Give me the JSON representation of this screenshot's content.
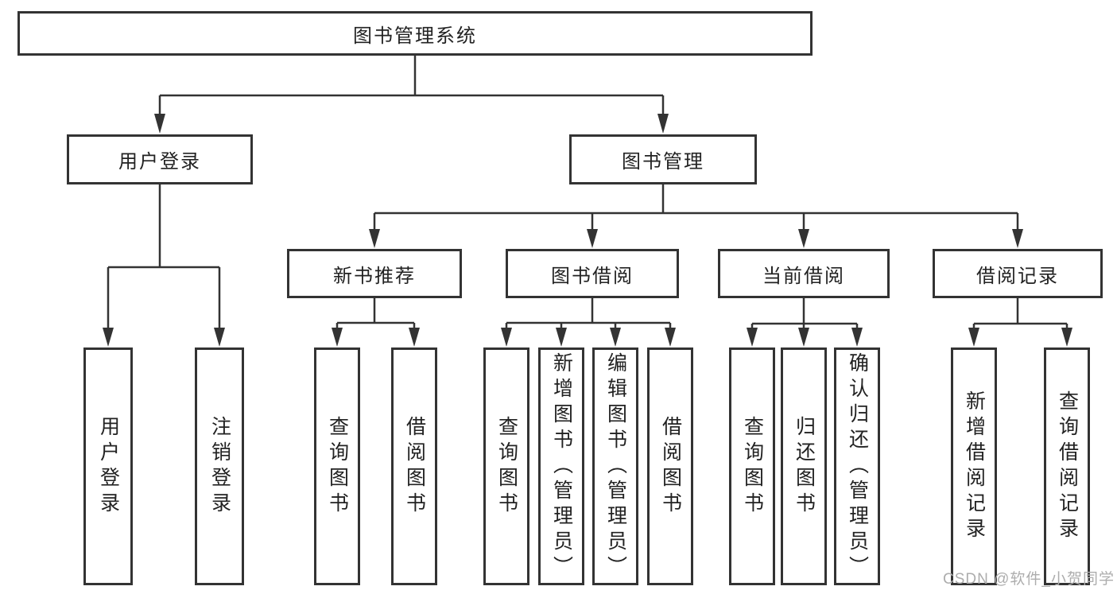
{
  "tree": {
    "root": "图书管理系统",
    "level2": [
      {
        "label": "用户登录"
      },
      {
        "label": "图书管理"
      }
    ],
    "level3": [
      {
        "label": "新书推荐"
      },
      {
        "label": "图书借阅"
      },
      {
        "label": "当前借阅"
      },
      {
        "label": "借阅记录"
      }
    ],
    "leaves": {
      "login": [
        "用户登录",
        "注销登录"
      ],
      "new_book": [
        "查询图书",
        "借阅图书"
      ],
      "book_borrow": [
        "查询图书",
        "新增图书（管理员）",
        "编辑图书（管理员）",
        "借阅图书"
      ],
      "current_borrow": [
        "查询图书",
        "归还图书",
        "确认归还（管理员）"
      ],
      "borrow_records": [
        "新增借阅记录",
        "查询借阅记录"
      ]
    }
  },
  "watermark": "CSDN @软件_小贺同学",
  "colors": {
    "line": "#333333",
    "text": "#222222",
    "watermark": "#adadad",
    "background": "#ffffff"
  }
}
